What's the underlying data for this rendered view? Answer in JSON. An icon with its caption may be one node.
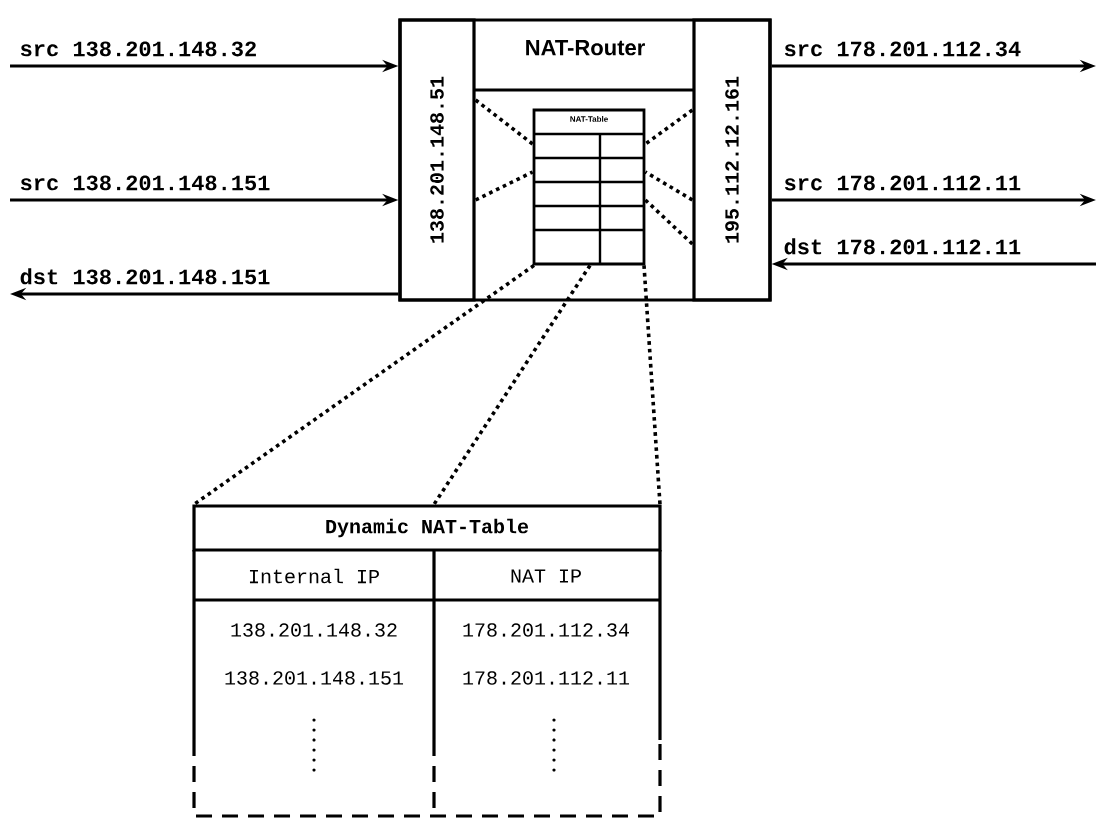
{
  "diagram": {
    "nodes": [
      {
        "text": [
          "NAT-Router"
        ]
      },
      {
        "text": [
          "138.201.148.51"
        ],
        "in": 0
      },
      {
        "text": [
          "195.112.12.161"
        ],
        "in": 0
      },
      {
        "text": [
          "NAT-Table"
        ],
        "in": 0
      },
      {
        "text": [
          "Dynamic NAT-Table"
        ]
      }
    ],
    "edges": [
      {
        "from": null,
        "to": 1,
        "arrow": "to",
        "label": "src 138.201.148.32"
      },
      {
        "from": null,
        "to": 1,
        "arrow": "to",
        "label": "src 138.201.148.151"
      },
      {
        "from": 1,
        "to": null,
        "arrow": "to",
        "label": "dst 138.201.148.151"
      },
      {
        "from": 2,
        "to": null,
        "arrow": "to",
        "label": "src 178.201.112.34"
      },
      {
        "from": 2,
        "to": null,
        "arrow": "to",
        "label": "src 178.201.112.11"
      },
      {
        "from": null,
        "to": 2,
        "arrow": "to",
        "label": "dst 178.201.112.11"
      },
      {
        "from": 1,
        "to": 3,
        "arrow": "none",
        "style": "dashed"
      },
      {
        "from": 1,
        "to": 3,
        "arrow": "none",
        "style": "dashed"
      },
      {
        "from": 2,
        "to": 3,
        "arrow": "none",
        "style": "dashed"
      },
      {
        "from": 2,
        "to": 3,
        "arrow": "none",
        "style": "dashed"
      },
      {
        "from": 2,
        "to": 3,
        "arrow": "none",
        "style": "dashed"
      },
      {
        "from": 3,
        "to": 4,
        "arrow": "none",
        "style": "dashed"
      },
      {
        "from": 3,
        "to": 4,
        "arrow": "none",
        "style": "dashed"
      },
      {
        "from": 3,
        "to": 4,
        "arrow": "none",
        "style": "dashed"
      }
    ],
    "labels": [
      "Internal IP",
      "NAT IP",
      "138.201.148.32",
      "178.201.112.34",
      "138.201.148.151",
      "178.201.112.11"
    ]
  }
}
